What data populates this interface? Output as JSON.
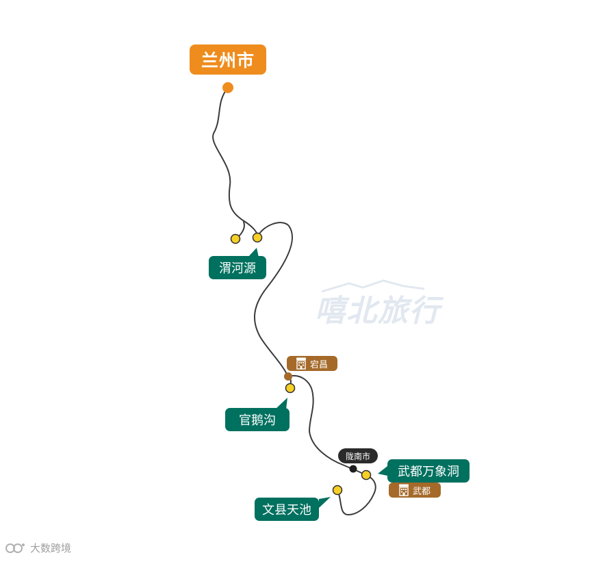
{
  "title": "兰州市",
  "watermark": "嘻北旅行",
  "footer": {
    "text": "大数跨境"
  },
  "map": {
    "labels": {
      "start_city": "兰州市",
      "attractions": [
        "渭河源",
        "官鹅沟",
        "武都万象洞",
        "文县天池"
      ],
      "hotels": [
        "宕昌",
        "武都"
      ],
      "city": "陇南市"
    },
    "colors": {
      "route": "#3a3a3a",
      "start": "#ef8c1e",
      "attraction_badge": "#00705f",
      "attraction_marker": "#f6cf27",
      "hotel_badge": "#a56a2a",
      "city_badge": "#2b2b2b"
    },
    "icons": {
      "hotel": "hotel-building-icon",
      "footer": "brand-logo-icon"
    }
  }
}
